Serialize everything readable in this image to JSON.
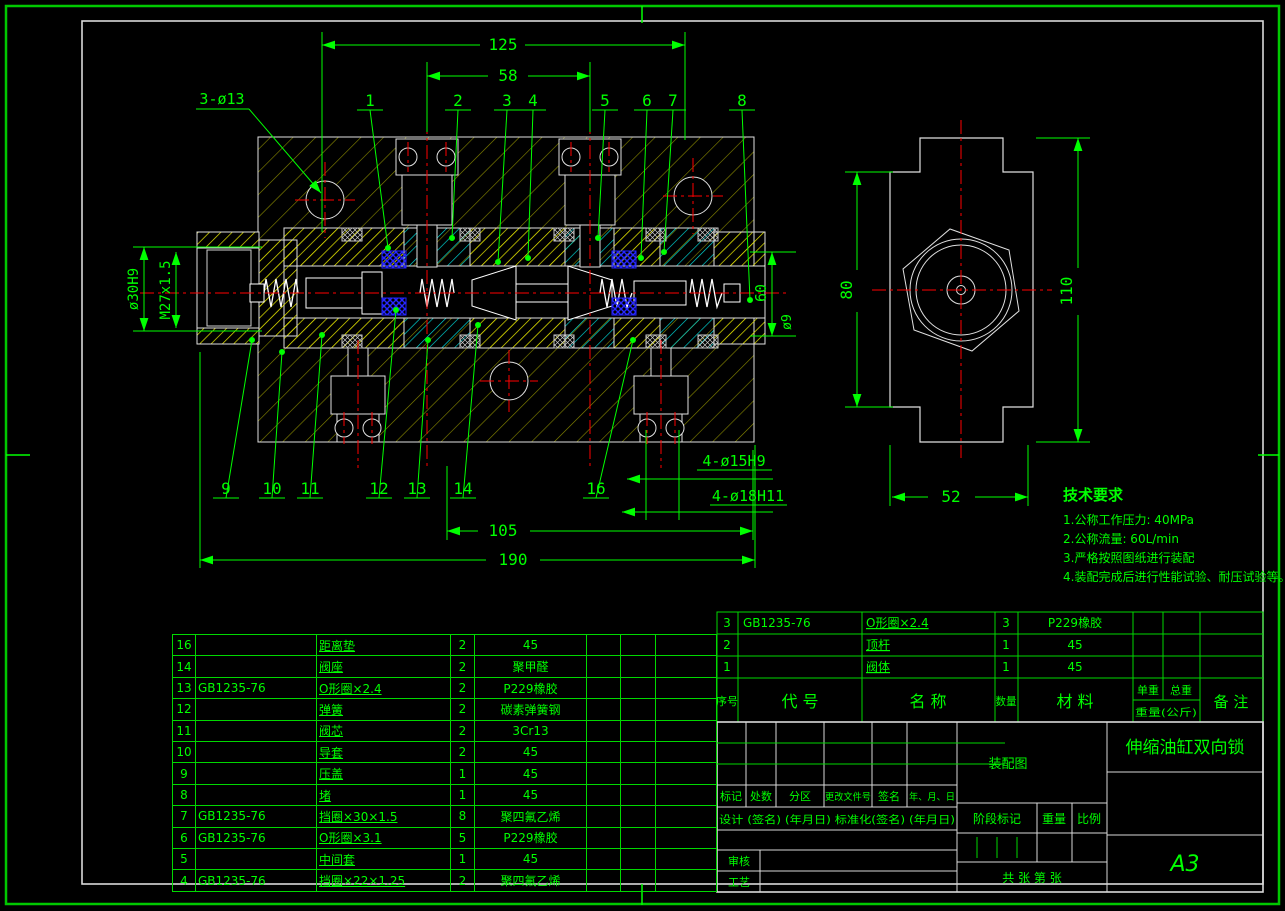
{
  "drawing": {
    "dims": {
      "top_125": "125",
      "top_58": "58",
      "bottom_105": "105",
      "bottom_190": "190",
      "left_bore": "ø30H9",
      "left_thread": "M27x1.5",
      "holes_13": "3-ø13",
      "holes_15": "4-ø15H9",
      "holes_18": "4-ø18H11",
      "right_60": "60",
      "right_d9": "ø9",
      "side_80": "80",
      "side_110": "110",
      "side_52": "52"
    },
    "balloons_top": [
      "1",
      "2",
      "3",
      "4",
      "5",
      "6",
      "7",
      "8"
    ],
    "balloons_bottom": [
      "9",
      "10",
      "11",
      "12",
      "13",
      "14",
      "16"
    ]
  },
  "tech_requirements": {
    "title": "技术要求",
    "items": [
      "1.公称工作压力: 40MPa",
      "2.公称流量: 60L/min",
      "3.严格按照图纸进行装配",
      "4.装配完成后进行性能试验、耐压试验等。"
    ]
  },
  "bom_left": {
    "rows": [
      [
        "16",
        "",
        "距离垫",
        "2",
        "45"
      ],
      [
        "14",
        "",
        "阀座",
        "2",
        "聚甲醛"
      ],
      [
        "13",
        "GB1235-76",
        "O形圈×2.4",
        "2",
        "P229橡胶"
      ],
      [
        "12",
        "",
        "弹簧",
        "2",
        "碳素弹簧钢"
      ],
      [
        "11",
        "",
        "阀芯",
        "2",
        "3Cr13"
      ],
      [
        "10",
        "",
        "导套",
        "2",
        "45"
      ],
      [
        "9",
        "",
        "压盖",
        "1",
        "45"
      ],
      [
        "8",
        "",
        "堵",
        "1",
        "45"
      ],
      [
        "7",
        "GB1235-76",
        "挡圈×30×1.5",
        "8",
        "聚四氟乙烯"
      ],
      [
        "6",
        "GB1235-76",
        "O形圈×3.1",
        "5",
        "P229橡胶"
      ],
      [
        "5",
        "",
        "中间套",
        "1",
        "45"
      ],
      [
        "4",
        "GB1235-76",
        "挡圈×22×1.25",
        "2",
        "聚四氟乙烯"
      ]
    ]
  },
  "bom_right": {
    "rows": [
      [
        "3",
        "GB1235-76",
        "O形圈×2.4",
        "3",
        "P229橡胶"
      ],
      [
        "2",
        "",
        "顶杆",
        "1",
        "45"
      ],
      [
        "1",
        "",
        "阀体",
        "1",
        "45"
      ]
    ],
    "header": {
      "seq": "序号",
      "code": "代  号",
      "name": "名  称",
      "qty": "数量",
      "material": "材  料",
      "unit_weight": "单重",
      "total_weight": "总重",
      "weight_unit": "重量(公斤)",
      "remark": "备 注"
    }
  },
  "title_block": {
    "rev_cols": [
      "标记",
      "处数",
      "分区",
      "更改文件号",
      "签名",
      "年、月、日"
    ],
    "design_row": "设计 (签名) (年月日) 标准化(签名) (年月日)",
    "check": "审核",
    "process": "工艺",
    "drawing_type": "装配图",
    "stage_mark": "阶段标记",
    "weight": "重量",
    "scale": "比例",
    "sheet": "共  张 第  张",
    "part_name": "伸缩油缸双向锁",
    "paper_size": "A3"
  }
}
